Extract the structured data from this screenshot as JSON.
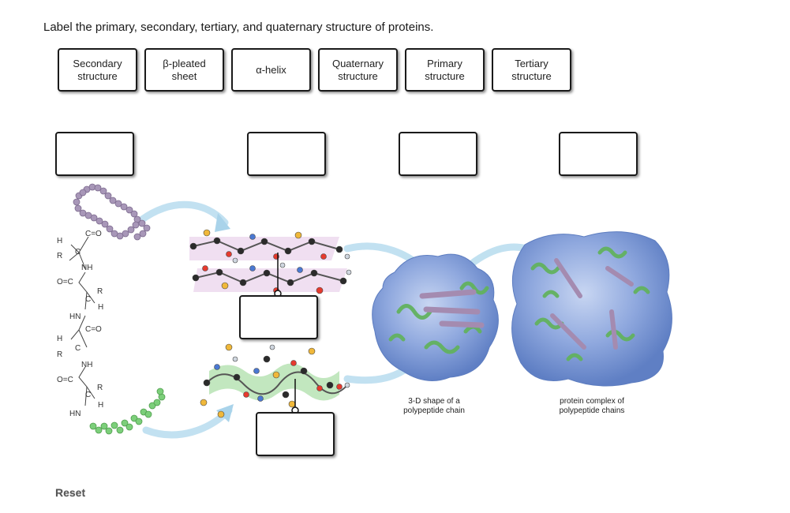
{
  "instruction": "Label the primary, secondary, tertiary, and quaternary structure of proteins.",
  "labels": [
    {
      "text": "Secondary structure"
    },
    {
      "text": "β-pleated sheet"
    },
    {
      "text": "α-helix"
    },
    {
      "text": "Quaternary structure"
    },
    {
      "text": "Primary structure"
    },
    {
      "text": "Tertiary structure"
    }
  ],
  "figure": {
    "chem": [
      "H",
      "C",
      "C=O",
      "R",
      "NH",
      "O=C",
      "R",
      "C",
      "H",
      "HN",
      "C=O",
      "H",
      "C",
      "R",
      "NH",
      "O=C",
      "R",
      "C",
      "H",
      "HN"
    ],
    "tertiary_caption": "3-D shape of a polypeptide chain",
    "quaternary_caption": "protein complex of polypeptide chains"
  },
  "colors": {
    "accent_surface": "#7f9bd6",
    "helix": "#6fbf6c",
    "sheet": "#a98fb0",
    "primary_chain": "#a897b8"
  },
  "reset_label": "Reset"
}
